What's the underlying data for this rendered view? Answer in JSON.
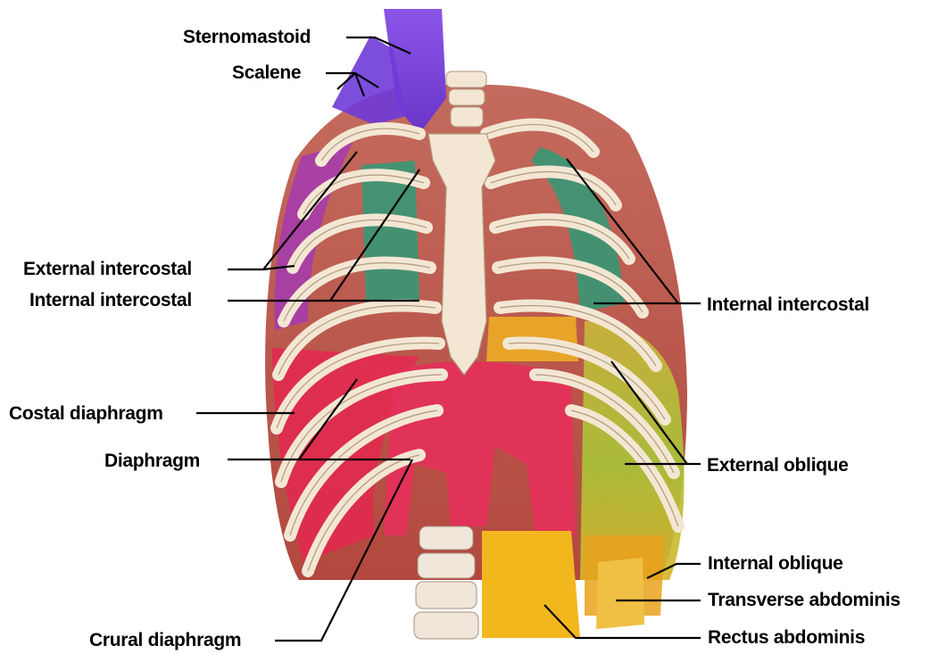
{
  "labels": {
    "sternomastoid": "Sternomastoid",
    "scalene": "Scalene",
    "external_intercostal": "External intercostal",
    "internal_intercostal_left": "Internal intercostal",
    "internal_intercostal_right": "Internal intercostal",
    "costal_diaphragm": "Costal diaphragm",
    "diaphragm": "Diaphragm",
    "external_oblique": "External oblique",
    "internal_oblique": "Internal oblique",
    "transverse_abdominis": "Transverse abdominis",
    "rectus_abdominis": "Rectus abdominis",
    "crural_diaphragm": "Crural diaphragm"
  },
  "colors": {
    "bone": "#f3e7d3",
    "bone_edge": "#b09a80",
    "cavity": "#b8564c",
    "sternomastoid_scalene": "#7b3cd8",
    "external_intercostal": "#a33fb6",
    "internal_intercostal": "#2f9a78",
    "diaphragm": "#e4284f",
    "external_oblique": "#9ec23a",
    "internal_oblique": "#e8a21c",
    "transverse_abdominis": "#f0c045",
    "rectus_abdominis": "#f3b71e",
    "leader": "#000000"
  }
}
